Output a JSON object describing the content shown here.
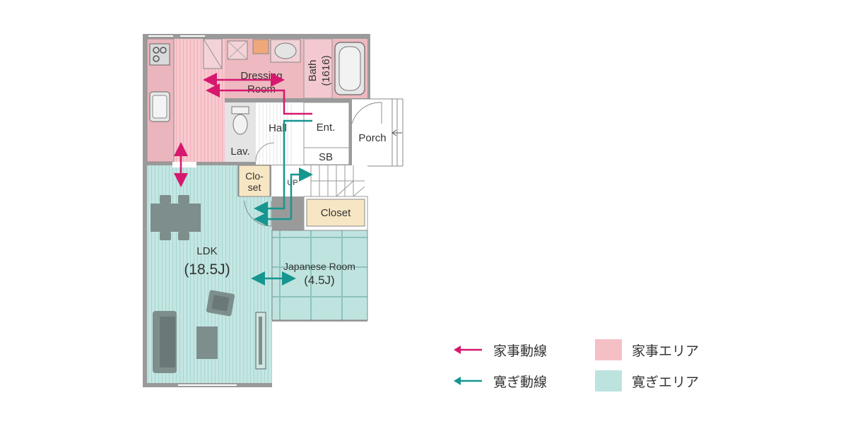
{
  "rooms": {
    "dressing_line1": "Dressing",
    "dressing_line2": "Room",
    "bath_line1": "Bath",
    "bath_line2": "(1616)",
    "hall": "Hall",
    "ent": "Ent.",
    "porch": "Porch",
    "lav": "Lav.",
    "sb": "SB",
    "closet_small_line1": "Clo-",
    "closet_small_line2": "set",
    "up": "UP",
    "closet": "Closet",
    "ldk_line1": "LDK",
    "ldk_line2": "(18.5J)",
    "japanese_line1": "Japanese Room",
    "japanese_line2": "(4.5J)"
  },
  "legend": {
    "housework_route": "家事動線",
    "relax_route": "寛ぎ動線",
    "housework_area": "家事エリア",
    "relax_area": "寛ぎエリア"
  },
  "colors": {
    "housework_route": "#d6186e",
    "relax_route": "#17958f",
    "housework_area": "#f5bfc6",
    "relax_area": "#bde3df",
    "wall": "#8c8c8c",
    "furniture": "#7d8e8c",
    "closet_fill": "#f7e6c4"
  }
}
